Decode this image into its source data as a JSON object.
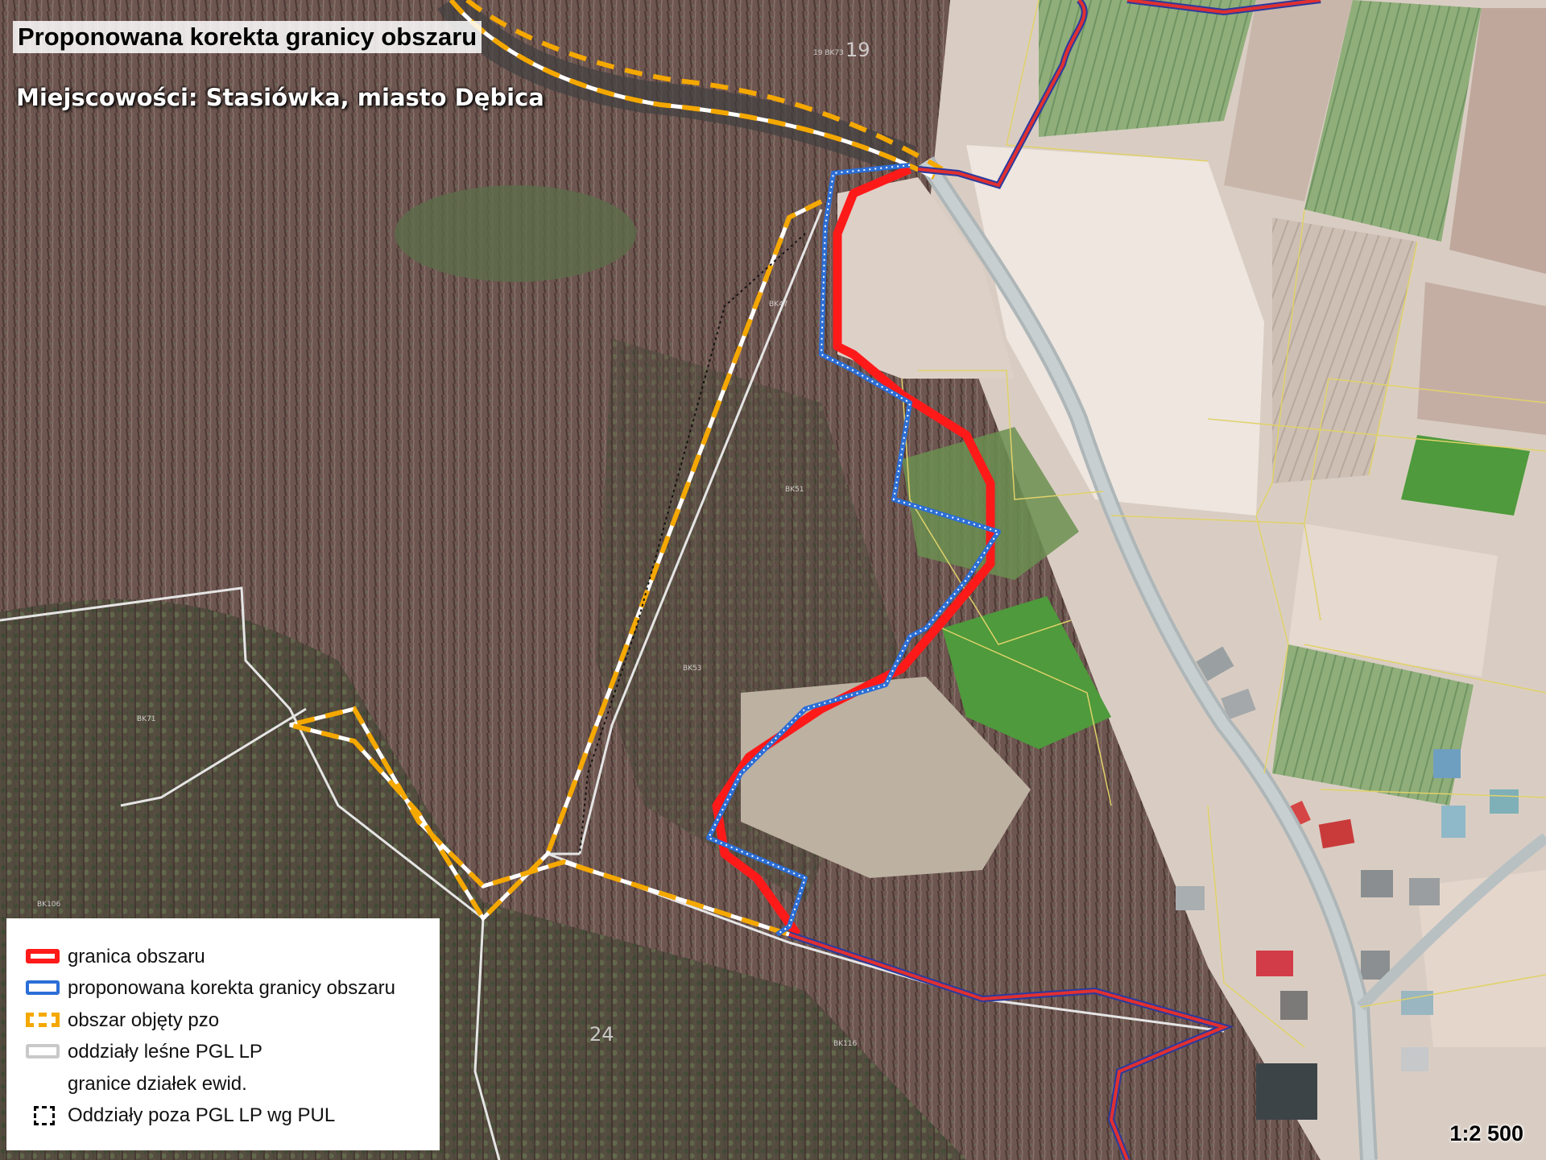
{
  "title": "Proponowana korekta granicy obszaru",
  "subtitle": "Miejscowości: Stasiówka, miasto Dębica",
  "legend": {
    "items": [
      {
        "label": "granica obszaru",
        "symbol": "red-outline"
      },
      {
        "label": "proponowana korekta granicy obszaru",
        "symbol": "blue-outline"
      },
      {
        "label": "obszar objęty pzo",
        "symbol": "orange-dashed"
      },
      {
        "label": "oddziały leśne PGL LP",
        "symbol": "gray-outline"
      },
      {
        "label": "granice działek ewid.",
        "symbol": "none"
      },
      {
        "label": "Oddziały poza PGL LP wg PUL",
        "symbol": "black-dashed"
      }
    ]
  },
  "scale": "1:2 500",
  "labels": {
    "compartment_19": "19",
    "compartment_24": "24",
    "code_1": "19 BK73",
    "code_2": "BK47",
    "code_3": "BK51",
    "code_4": "BK53",
    "code_5": "BK71",
    "code_6": "BK106",
    "code_7": "BK116"
  },
  "colors": {
    "boundary": "#ff1a1a",
    "proposed": "#2b6ed6",
    "pzo": "#f5a800",
    "forest_units": "#c9c9c9",
    "parcels": "#e0d26a",
    "forest": "#6e5650",
    "field": "#d8cbc2",
    "meadow": "#4e9a3c",
    "road": "#b9c0c2"
  }
}
